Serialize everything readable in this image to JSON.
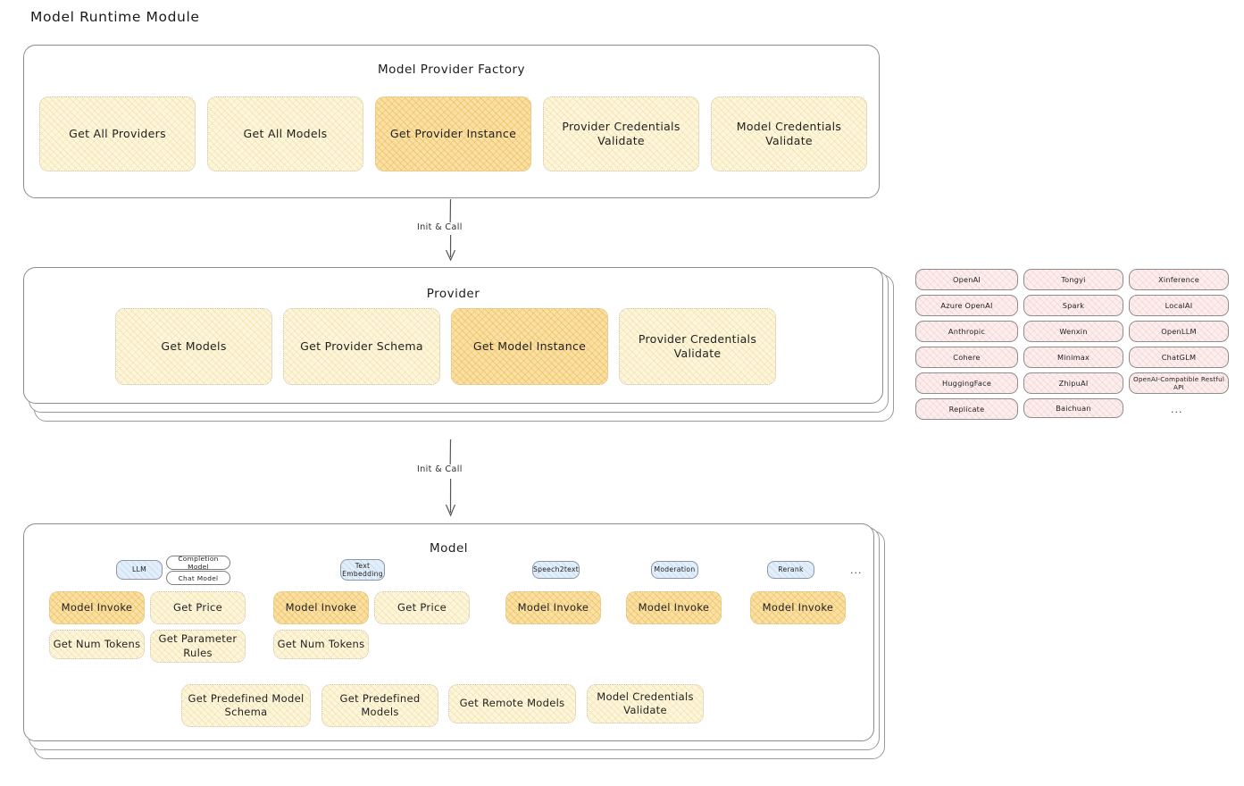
{
  "page": {
    "title": "Model Runtime Module"
  },
  "arrows": [
    {
      "label": "Init & Call"
    },
    {
      "label": "Init & Call"
    }
  ],
  "factory": {
    "title": "Model Provider Factory",
    "methods": [
      {
        "label": "Get All Providers",
        "highlighted": false
      },
      {
        "label": "Get All Models",
        "highlighted": false
      },
      {
        "label": "Get Provider Instance",
        "highlighted": true
      },
      {
        "label": "Provider Credentials Validate",
        "highlighted": false
      },
      {
        "label": "Model Credentials Validate",
        "highlighted": false
      }
    ]
  },
  "provider": {
    "title": "Provider",
    "methods": [
      {
        "label": "Get Models",
        "highlighted": false
      },
      {
        "label": "Get Provider Schema",
        "highlighted": false
      },
      {
        "label": "Get Model Instance",
        "highlighted": true
      },
      {
        "label": "Provider Credentials Validate",
        "highlighted": false
      }
    ]
  },
  "provider_list": {
    "column_1": [
      "OpenAI",
      "Azure OpenAI",
      "Anthropic",
      "Cohere",
      "HuggingFace",
      "Replicate"
    ],
    "column_2": [
      "Tongyi",
      "Spark",
      "Wenxin",
      "Minimax",
      "ZhipuAI",
      "Baichuan"
    ],
    "column_3": [
      "Xinference",
      "LocalAI",
      "OpenLLM",
      "ChatGLM",
      "OpenAI-Compatible Restful API"
    ],
    "more": "..."
  },
  "model": {
    "title": "Model",
    "more": "...",
    "types": [
      {
        "name": "LLM",
        "sub_chips": [
          "Completion Model",
          "Chat Model"
        ],
        "methods": [
          {
            "label": "Model Invoke",
            "highlighted": true
          },
          {
            "label": "Get Price",
            "highlighted": false
          },
          {
            "label": "Get Num Tokens",
            "highlighted": false
          },
          {
            "label": "Get Parameter Rules",
            "highlighted": false
          }
        ]
      },
      {
        "name": "Text Embedding",
        "sub_chips": [],
        "methods": [
          {
            "label": "Model Invoke",
            "highlighted": true
          },
          {
            "label": "Get Price",
            "highlighted": false
          },
          {
            "label": "Get Num Tokens",
            "highlighted": false
          }
        ]
      },
      {
        "name": "Speech2text",
        "sub_chips": [],
        "methods": [
          {
            "label": "Model Invoke",
            "highlighted": true
          }
        ]
      },
      {
        "name": "Moderation",
        "sub_chips": [],
        "methods": [
          {
            "label": "Model Invoke",
            "highlighted": true
          }
        ]
      },
      {
        "name": "Rerank",
        "sub_chips": [],
        "methods": [
          {
            "label": "Model Invoke",
            "highlighted": true
          }
        ]
      }
    ],
    "common_methods": [
      {
        "label": "Get Predefined Model Schema"
      },
      {
        "label": "Get Predefined Models"
      },
      {
        "label": "Get Remote Models"
      },
      {
        "label": "Model Credentials Validate"
      }
    ]
  },
  "colors": {
    "method_fill": "#fdf6dd",
    "method_fill_highlight": "#fbe0a4",
    "provider_chip_fill": "#fdeeee",
    "model_type_chip_fill": "#e2eef9",
    "panel_border": "#8c8c8c"
  }
}
